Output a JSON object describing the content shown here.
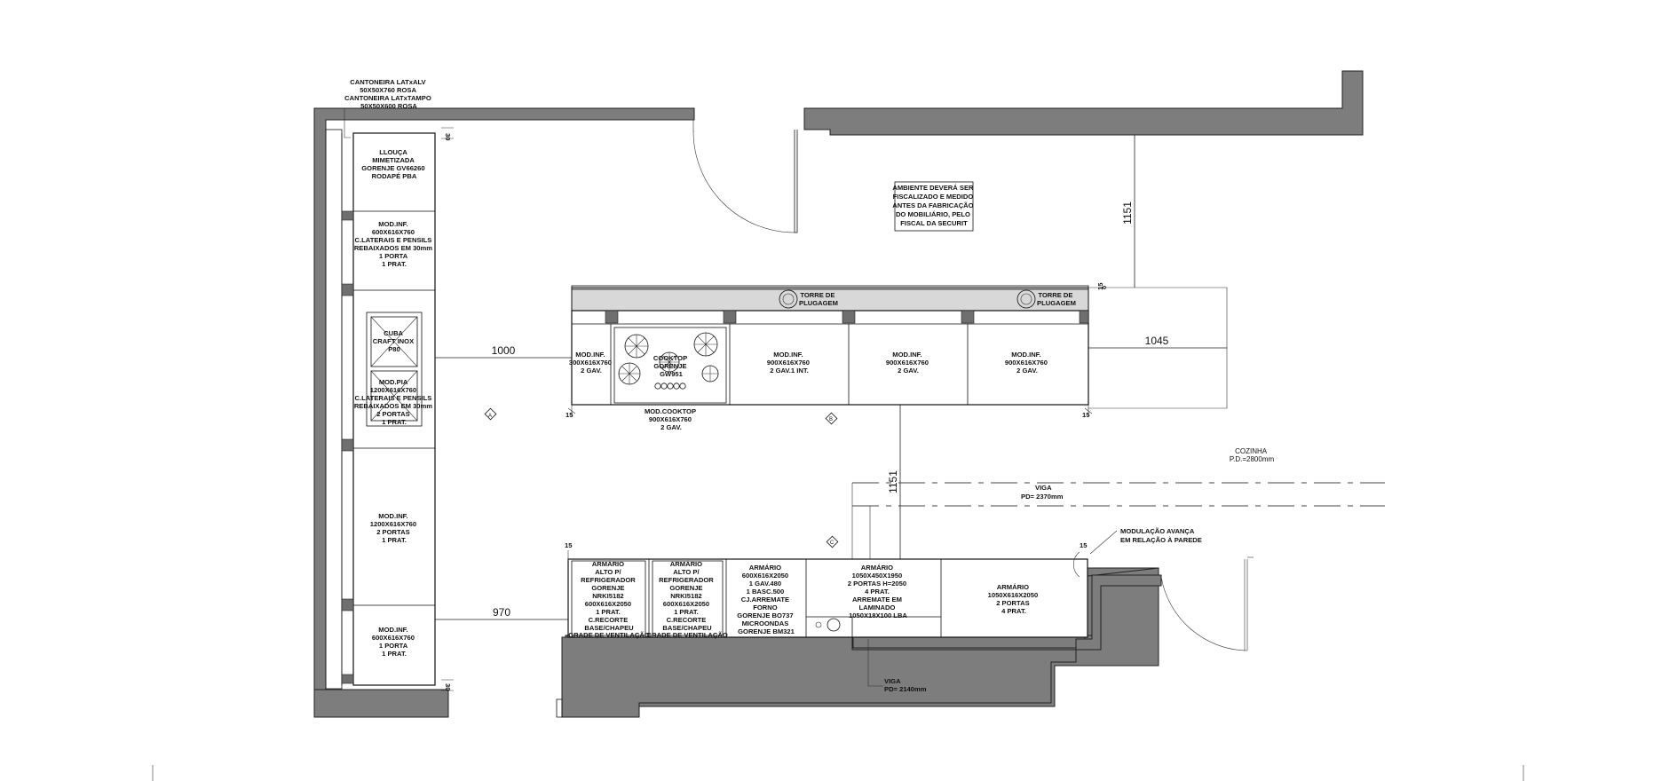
{
  "angles": {
    "top": [
      "CANTONEIRA LATxALV",
      "50X50X760 ROSA",
      "CANTONEIRA LATxTAMPO",
      "50X50X600 ROSA"
    ]
  },
  "left_run": {
    "lavalouca": [
      "LLOUÇA",
      "MIMETIZADA",
      "GORENJE GV66260",
      "RODAPÉ PBA"
    ],
    "mod_inf_1": [
      "MOD.INF.",
      "600X616X760",
      "C.LATERAIS E PENSILS",
      "REBAIXADOS EM 30mm",
      "1 PORTA",
      "1 PRAT."
    ],
    "cuba": [
      "CUBA",
      "CRAFT INOX",
      "P80"
    ],
    "mod_pia": [
      "MOD.PIA",
      "1200X616X760",
      "C.LATERAIS E PENSILS",
      "REBAIXADOS EM 30mm",
      "2 PORTAS",
      "1 PRAT."
    ],
    "mod_inf_2": [
      "MOD.INF.",
      "1200X616X760",
      "2 PORTAS",
      "1 PRAT."
    ],
    "mod_inf_3": [
      "MOD.INF.",
      "600X616X760",
      "1 PORTA",
      "1 PRAT."
    ]
  },
  "island": {
    "tower_1": [
      "TORRE DE",
      "PLUGAGEM"
    ],
    "tower_2": [
      "TORRE DE",
      "PLUGAGEM"
    ],
    "mod_300": [
      "MOD.INF.",
      "300X616X760",
      "2 GAV."
    ],
    "cooktop": [
      "COOKTOP",
      "GORENJE",
      "GW951"
    ],
    "mod_cooktop": [
      "MOD.COOKTOP",
      "900X616X760",
      "2 GAV."
    ],
    "mod_900_a": [
      "MOD.INF.",
      "900X616X760",
      "2 GAV.1 INT."
    ],
    "mod_900_b": [
      "MOD.INF.",
      "900X616X760",
      "2 GAV."
    ],
    "mod_900_c": [
      "MOD.INF.",
      "900X616X760",
      "2 GAV."
    ]
  },
  "bottom_run": {
    "armario_1": [
      "ARMÁRIO",
      "ALTO P/",
      "REFRIGERADOR",
      "GORENJE",
      "NRKI5182",
      "600X616X2050",
      "1 PRAT.",
      "C.RECORTE",
      "BASE/CHAPEU"
    ],
    "armario_2": [
      "ARMÁRIO",
      "ALTO P/",
      "REFRIGERADOR",
      "GORENJE",
      "NRKI5182",
      "600X616X2050",
      "1 PRAT.",
      "C.RECORTE",
      "BASE/CHAPEU"
    ],
    "grade_1": "GRADE DE VENTILAÇÃO",
    "grade_2": "GRADE DE VENTILAÇÃO",
    "armario_3": [
      "ARMÁRIO",
      "600X616X2050",
      "1 GAV.480",
      "1 BASC.500",
      "CJ.ARREMATE",
      "FORNO",
      "GORENJE BO737",
      "MICROONDAS",
      "GORENJE BM321"
    ],
    "armario_4": [
      "ARMÁRIO",
      "1050X450X1950",
      "2 PORTAS H=2050",
      "4 PRAT.",
      "ARREMATE EM",
      "LAMINADO",
      "1050X18X100 LBA"
    ],
    "armario_5": [
      "ARMÁRIO",
      "1050X616X2050",
      "2 PORTAS",
      "4 PRAT."
    ]
  },
  "notes": {
    "ambiente": [
      "AMBIENTE DEVERÁ SER",
      "FISCALIZADO E MEDIDO",
      "ANTES DA FABRICAÇÃO",
      "DO MOBILIÁRIO, PELO",
      "FISCAL DA SECURIT"
    ],
    "modulacao": [
      "MODULAÇÃO AVANÇA",
      "EM RELAÇÃO À PAREDE"
    ],
    "cozinha": [
      "COZINHA",
      "P.D.=2800mm"
    ],
    "viga_1": [
      "VIGA",
      "PD= 2370mm"
    ],
    "viga_2": [
      "VIGA",
      "PD= 2140mm"
    ]
  },
  "dimensions": {
    "d1000": "1000",
    "d970": "970",
    "d1045": "1045",
    "d1151_top": "1151",
    "d1151_mid": "1151",
    "d30_top": "30",
    "d30_bot": "30",
    "d15_a": "15",
    "d15_b": "15",
    "d15_c": "15",
    "d15_d": "15",
    "d15_e": "15",
    "d15_f": "15"
  },
  "markers": {
    "a": "A",
    "b": "B",
    "c": "C"
  }
}
